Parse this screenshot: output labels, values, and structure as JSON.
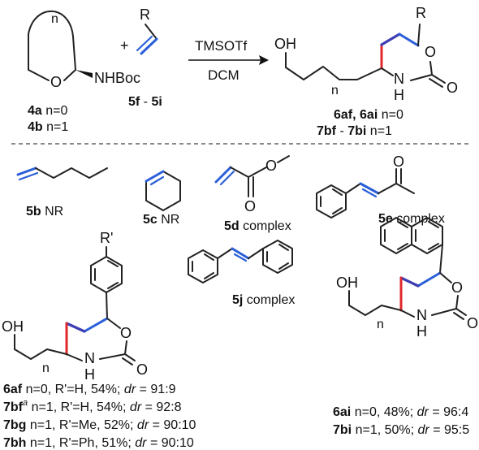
{
  "reaction": {
    "reagent": "TMSOTf",
    "solvent": "DCM",
    "plus": "+",
    "sm1": {
      "n": "n",
      "o": "O",
      "nhboc": "NHBoc",
      "id_a": "4a",
      "cond_a": " n=0",
      "id_b": "4b",
      "cond_b": " n=1"
    },
    "sm2": {
      "r": "R",
      "range_a": "5f",
      "range_sep": " - ",
      "range_b": "5i"
    },
    "product": {
      "r": "R",
      "ho": "OH",
      "n": "n",
      "o": "O",
      "nh": "N",
      "h": "H",
      "co": "O",
      "line1_a": "6af, 6ai",
      "line1_b": " n=0",
      "line2_a": "7bf",
      "line2_mid": " - ",
      "line2_b": "7bi",
      "line2_c": " n=1"
    }
  },
  "substrates": [
    {
      "id": "5b",
      "result": " NR"
    },
    {
      "id": "5c",
      "result": " NR"
    },
    {
      "id": "5d",
      "result": "  complex"
    },
    {
      "id": "5e",
      "result": " complex"
    },
    {
      "id": "5j",
      "result": " complex"
    }
  ],
  "atoms": {
    "ester_o1": "O",
    "ester_o2": "O",
    "ketone_o": "O"
  },
  "products_left": {
    "rprime": "R'",
    "ho": "OH",
    "n": "n",
    "o": "O",
    "nh": "N",
    "h": "H",
    "co": "O",
    "rows": [
      {
        "id": "6af",
        "sup": "",
        "text": " n=0, R'=H, 54%; ",
        "dr_label": "dr",
        "dr_value": " = 91:9"
      },
      {
        "id": "7bf",
        "sup": "a",
        "text": " n=1, R'=H, 54%; ",
        "dr_label": "dr",
        "dr_value": " = 92:8"
      },
      {
        "id": "7bg",
        "sup": "",
        "text": " n=1, R'=Me, 52%; ",
        "dr_label": "dr",
        "dr_value": " = 90:10"
      },
      {
        "id": "7bh",
        "sup": "",
        "text": " n=1, R'=Ph, 51%; ",
        "dr_label": "dr",
        "dr_value": " = 90:10"
      }
    ]
  },
  "products_right": {
    "ho": "OH",
    "n": "n",
    "o": "O",
    "nh": "N",
    "h": "H",
    "co": "O",
    "rows": [
      {
        "id": "6ai",
        "text": " n=0, 48%; ",
        "dr_label": "dr",
        "dr_value": " = 96:4"
      },
      {
        "id": "7bi",
        "text": " n=1, 50%; ",
        "dr_label": "dr",
        "dr_value": " = 95:5"
      }
    ]
  },
  "colors": {
    "blue_bond": "#2a5fd8",
    "red_bond": "#e0282c",
    "purple_bond": "#3c3cb4"
  }
}
